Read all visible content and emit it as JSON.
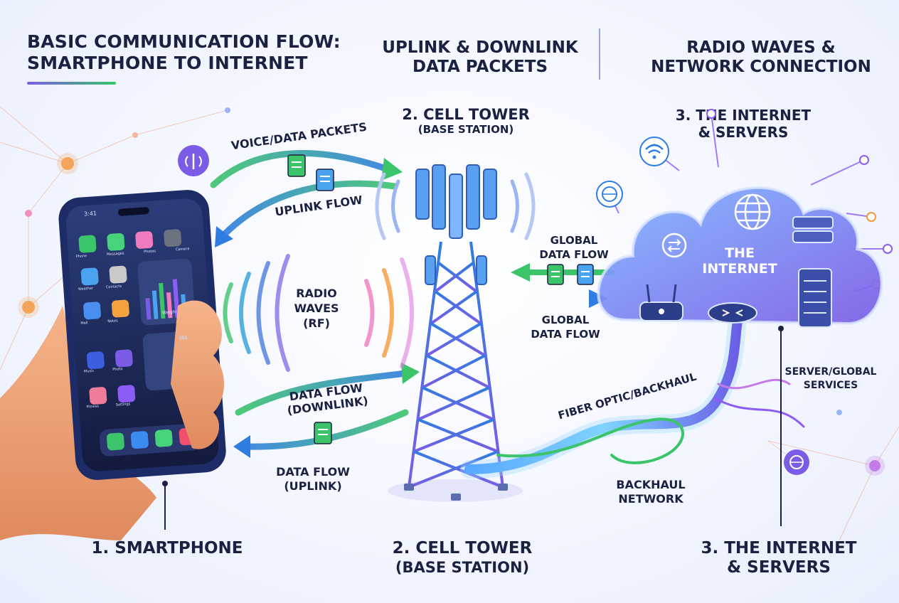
{
  "header": {
    "title_line1": "BASIC COMMUNICATION FLOW:",
    "title_line2": "SMARTPHONE TO INTERNET",
    "sub1_line1": "UPLINK & DOWNLINK",
    "sub1_line2": "DATA PACKETS",
    "sub2_line1": "RADIO WAVES &",
    "sub2_line2": "NETWORK CONNECTION"
  },
  "tower_top": {
    "line1": "2. CELL TOWER",
    "line2": "(BASE STATION)"
  },
  "internet_top": {
    "line1": "3. THE INTERNET",
    "line2": "& SERVERS"
  },
  "flows": {
    "voice_data": "VOICE/DATA PACKETS",
    "uplink_flow": "UPLINK FLOW",
    "radio_l1": "RADIO",
    "radio_l2": "WAVES",
    "radio_l3": "(RF)",
    "downlink": "DATA FLOW (DOWNLINK)",
    "uplink_l1": "DATA FLOW",
    "uplink_l2": "(UPLINK)",
    "global_top_l1": "GLOBAL",
    "global_top_l2": "DATA FLOW",
    "global_bot_l1": "GLOBAL",
    "global_bot_l2": "DATA FLOW",
    "fiber": "FIBER OPTIC/BACKHAUL",
    "backhaul_l1": "BACKHAUL",
    "backhaul_l2": "NETWORK",
    "server_l1": "SERVER/GLOBAL",
    "server_l2": "SERVICES"
  },
  "cloud": {
    "line1": "THE",
    "line2": "INTERNET"
  },
  "phone": {
    "time": "3:41",
    "apps": [
      "Phone",
      "Messages",
      "Photos",
      "Camera",
      "Weather",
      "Contacts",
      "Mail",
      "Notes",
      "Music",
      "Photo",
      "Fitness",
      "Settings"
    ],
    "widget_label": "Weight",
    "widget_value": "005"
  },
  "bottom": {
    "smartphone": "1. SMARTPHONE",
    "tower_l1": "2. CELL TOWER",
    "tower_l2": "(BASE STATION)",
    "internet_l1": "3. THE INTERNET",
    "internet_l2": "& SERVERS"
  },
  "colors": {
    "green": "#3cc46a",
    "blue": "#2f7de0",
    "purple": "#8b5cf6",
    "orange": "#f59a3c",
    "navy": "#1b2140",
    "cloud": "#6f7fe8"
  }
}
